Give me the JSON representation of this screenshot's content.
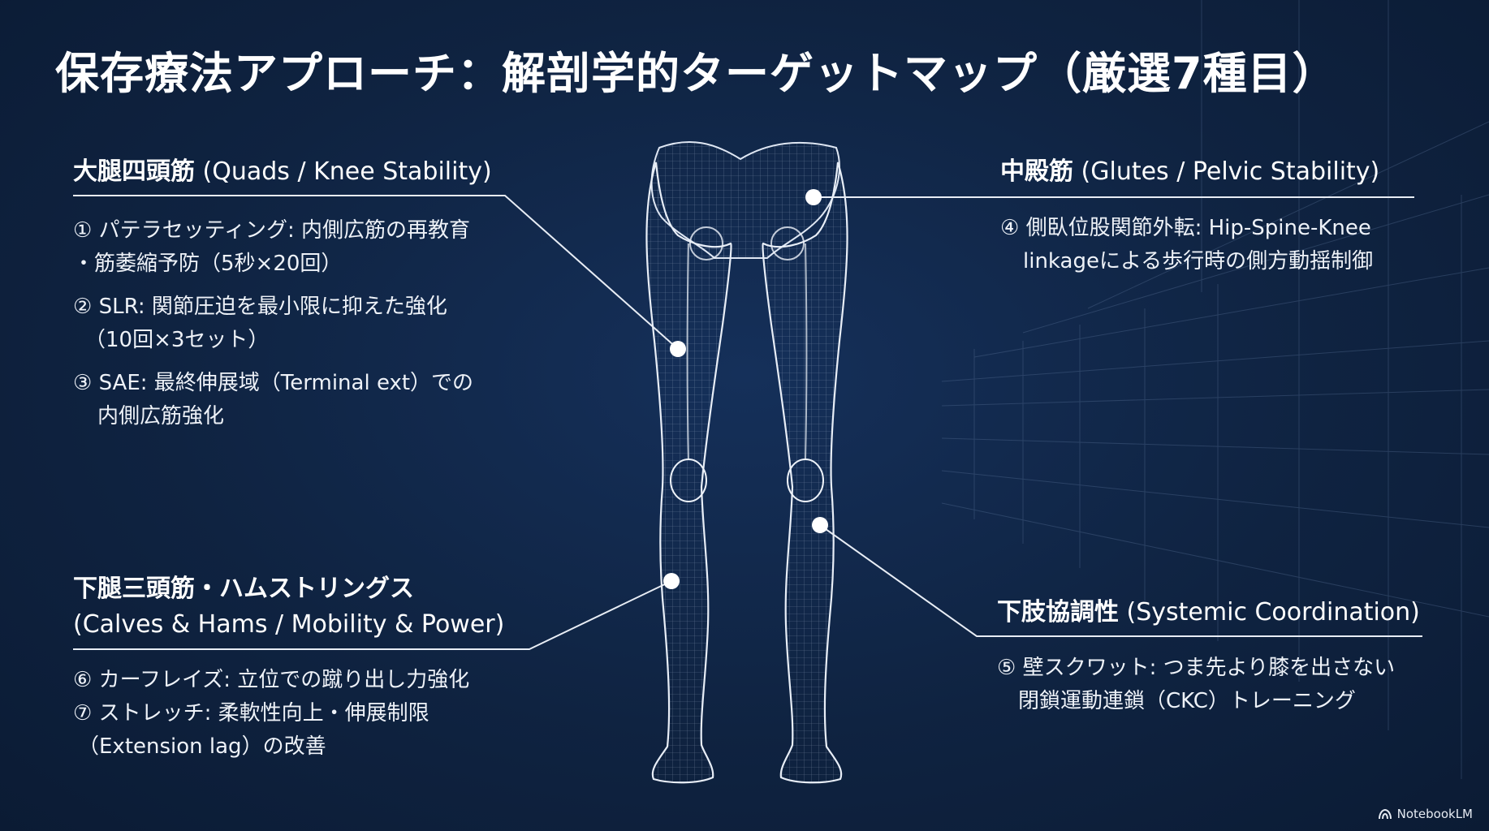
{
  "title": "保存療法アプローチ：解剖学的ターゲットマップ（厳選7種目）",
  "sections": {
    "quads": {
      "name": "大腿四頭筋",
      "sub": " (Quads / Knee Stability)",
      "items": [
        [
          "① パテラセッティング: 内側広筋の再教育",
          "・筋萎縮予防（5秒×20回）"
        ],
        [
          "② SLR: 関節圧迫を最小限に抑えた強化",
          "（10回×3セット）"
        ],
        [
          "③ SAE: 最終伸展域（Terminal ext）での",
          "内側広筋強化"
        ]
      ]
    },
    "glutes": {
      "name": "中殿筋",
      "sub": " (Glutes / Pelvic Stability)",
      "items": [
        [
          "④ 側臥位股関節外転: Hip-Spine-Knee",
          "linkageによる歩行時の側方動揺制御"
        ]
      ]
    },
    "calves": {
      "name": "下腿三頭筋・ハムストリングス",
      "sub": "(Calves & Hams / Mobility & Power)",
      "items": [
        [
          "⑥ カーフレイズ: 立位での蹴り出し力強化"
        ],
        [
          "⑦ ストレッチ: 柔軟性向上・伸展制限",
          "（Extension lag）の改善"
        ]
      ]
    },
    "coordination": {
      "name": "下肢協調性",
      "sub": " (Systemic Coordination)",
      "items": [
        [
          "⑤ 壁スクワット: つま先より膝を出さない",
          "閉鎖運動連鎖（CKC）トレーニング"
        ]
      ]
    }
  },
  "brand": "NotebookLM",
  "colors": {
    "background": "#0f2341",
    "text": "#ffffff",
    "line": "#e8edf5"
  },
  "icons": {
    "brand": "notebooklm-logo-icon",
    "marker": "target-dot-icon"
  }
}
